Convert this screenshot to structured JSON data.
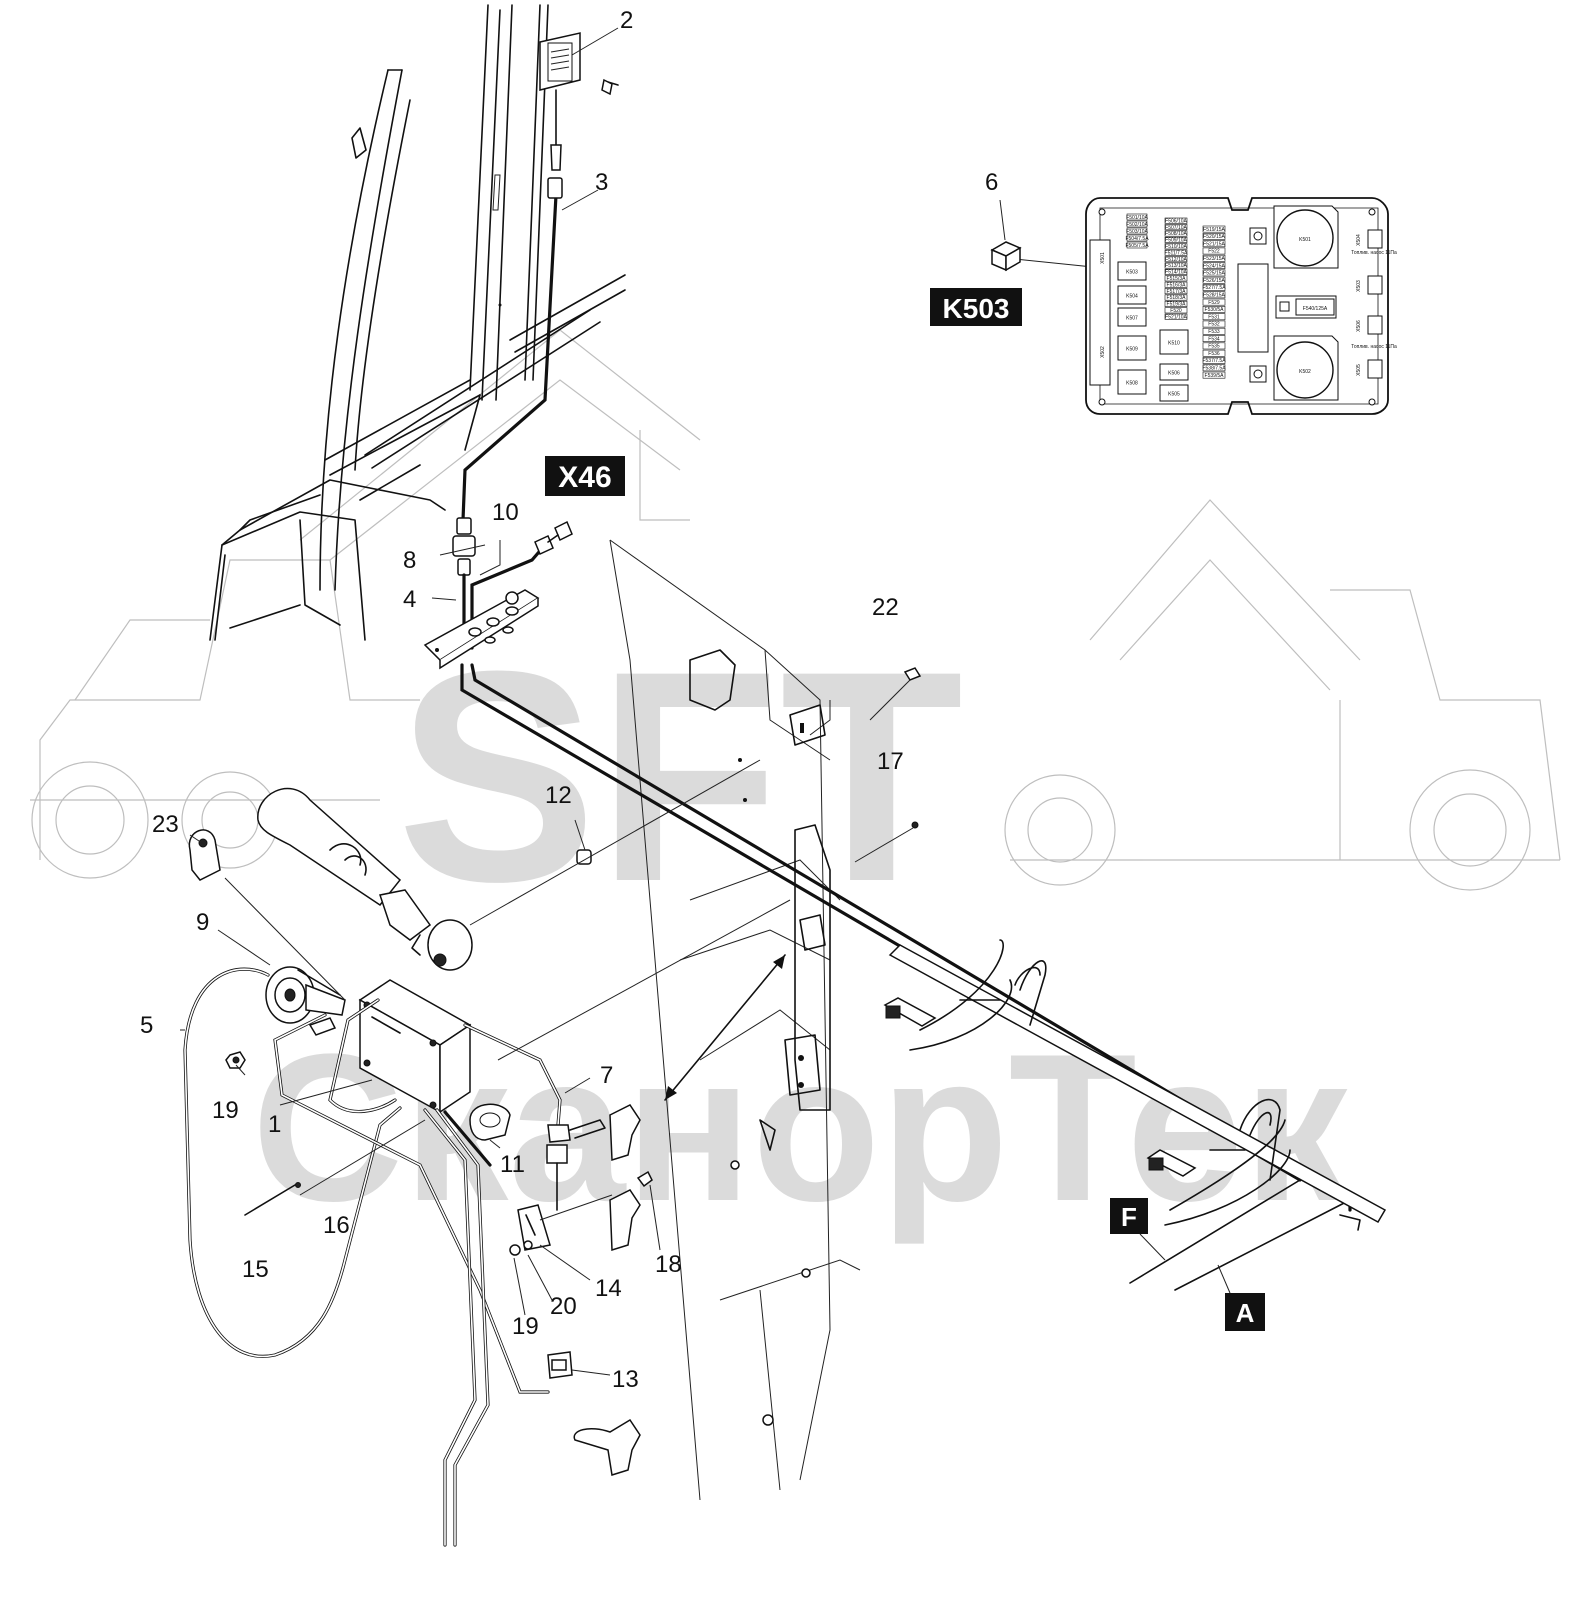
{
  "watermark": {
    "top": "SFT",
    "bottom": "СканорТек"
  },
  "tags": {
    "x46": "X46",
    "k503": "K503",
    "f": "F",
    "a": "A"
  },
  "callouts": [
    "1",
    "2",
    "3",
    "4",
    "5",
    "6",
    "7",
    "8",
    "9",
    "10",
    "11",
    "12",
    "13",
    "14",
    "15",
    "16",
    "17",
    "18",
    "19",
    "19",
    "20",
    "22",
    "23"
  ],
  "fusebox": {
    "relays": [
      "K503",
      "K504",
      "K507",
      "K509",
      "K508",
      "K510",
      "K506",
      "K505",
      "K501",
      "K502"
    ],
    "big_fuse": "F540/125A",
    "connectors": [
      "X501",
      "X502",
      "X504",
      "X503",
      "X506",
      "X505"
    ],
    "fuses_col1": [
      "F501/10A",
      "F502/10A",
      "F503/10A",
      "F504/7.5A",
      "F505/7.5A"
    ],
    "fuses_col2": [
      "F506/10A",
      "F507/10A",
      "F508/10A",
      "F509/10A",
      "F510/10A",
      "F511/7.5A",
      "F512/10A",
      "F513/10A",
      "F514/10A",
      "F515/3A",
      "F516/3A",
      "F517/3A",
      "F518/3A",
      "F519/3A",
      "F520",
      "F521/10A"
    ],
    "fuses_col3": [
      "F519/15A",
      "F520/15A",
      "F521/15A",
      "F522",
      "F523/15A",
      "F524/15A",
      "F525/15A",
      "F526/15A",
      "F527/7.5A",
      "F528/15A",
      "F529",
      "F530/5A",
      "F531",
      "F532",
      "F533",
      "F534",
      "F535",
      "F536",
      "F537/7.5A",
      "F538/7.5A",
      "F539/5A"
    ],
    "labels_right": [
      "Топлив. насос 11Па",
      "Топлив. насос 11Па"
    ]
  }
}
